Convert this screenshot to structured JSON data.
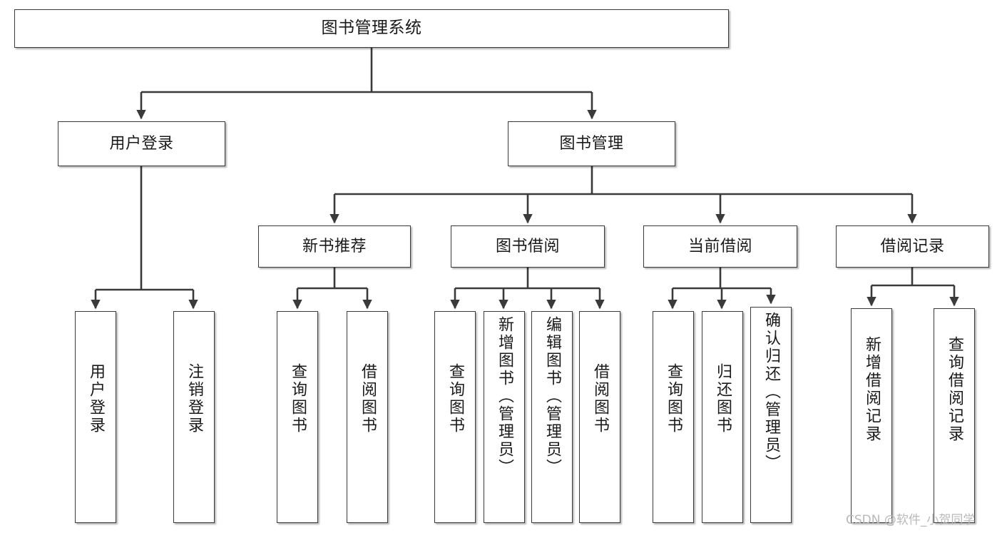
{
  "diagram": {
    "title": "图书管理系统",
    "nodes": {
      "root": {
        "label": "图书管理系统"
      },
      "user_login": {
        "label": "用户登录"
      },
      "book_manage": {
        "label": "图书管理"
      },
      "new_book_rec": {
        "label": "新书推荐"
      },
      "book_borrow": {
        "label": "图书借阅"
      },
      "current_borrow": {
        "label": "当前借阅"
      },
      "borrow_record": {
        "label": "借阅记录"
      },
      "leaf_user_login": {
        "label": "用户登录"
      },
      "leaf_logout": {
        "label": "注销登录"
      },
      "leaf_query_book_1": {
        "label": "查询图书"
      },
      "leaf_borrow_book_1": {
        "label": "借阅图书"
      },
      "leaf_query_book_2": {
        "label": "查询图书"
      },
      "leaf_add_book": {
        "label": "新增图书（管理员）"
      },
      "leaf_edit_book": {
        "label": "编辑图书（管理员）"
      },
      "leaf_borrow_book_2": {
        "label": "借阅图书"
      },
      "leaf_query_book_3": {
        "label": "查询图书"
      },
      "leaf_return_book": {
        "label": "归还图书"
      },
      "leaf_confirm_return": {
        "label": "确认归还（管理员）"
      },
      "leaf_add_record": {
        "label": "新增借阅记录"
      },
      "leaf_query_record": {
        "label": "查询借阅记录"
      }
    },
    "colors": {
      "border": "#3a3a3a",
      "edge": "#3a3a3a",
      "text": "#1a1a1a",
      "background": "#ffffff",
      "watermark": "#b9b9b9"
    }
  },
  "watermark": {
    "text": "CSDN @软件_小贺同学"
  }
}
